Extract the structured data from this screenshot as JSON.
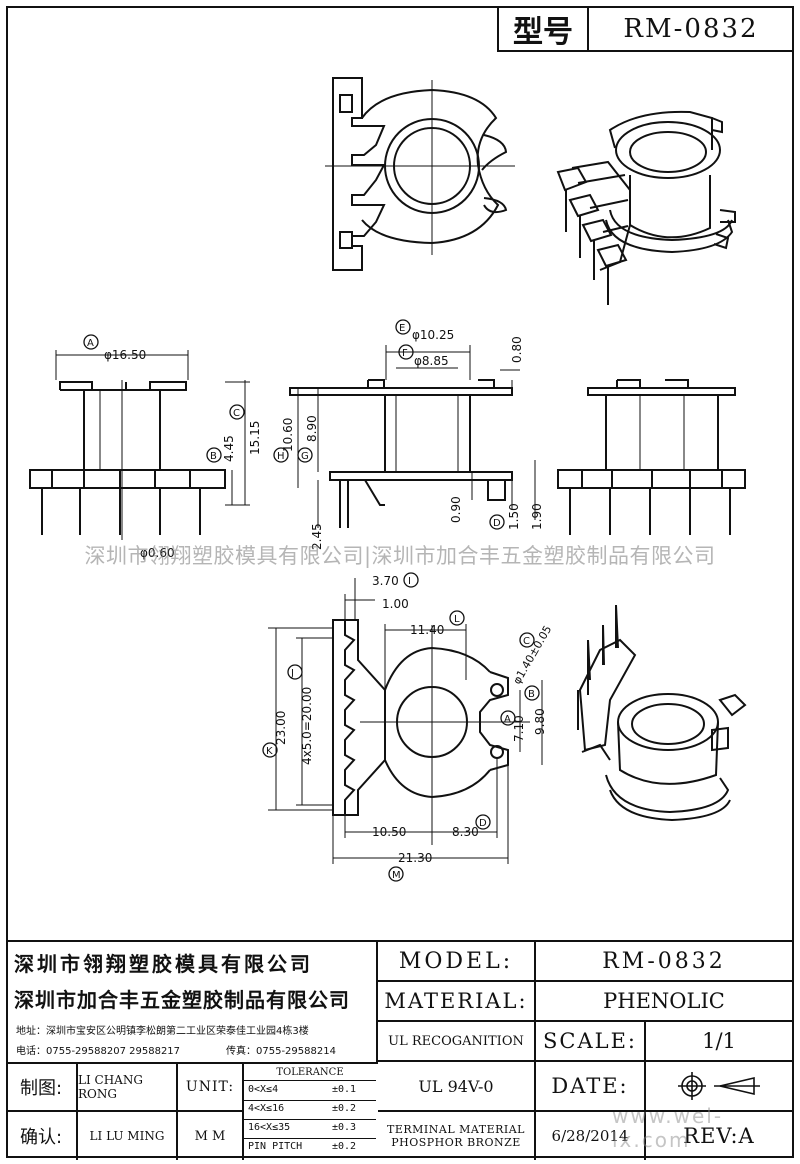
{
  "header": {
    "model_label": "型号",
    "model_value": "RM-0832"
  },
  "drawing": {
    "dims": {
      "A": "A",
      "B": "B",
      "C": "C",
      "E": "E",
      "F": "F",
      "G": "G",
      "H": "H",
      "I": "I",
      "J": "J",
      "K": "K",
      "L": "L",
      "M": "M",
      "d_16_50": "φ16.50",
      "d_10_25": "φ10.25",
      "d_8_85": "φ8.85",
      "v_0_80": "0.80",
      "v_10_60": "10.60",
      "v_8_90": "8.90",
      "v_4_45": "4.45",
      "v_15_15": "15.15",
      "v_2_45": "2.45",
      "v_0_60": "φ0.60",
      "v_0_90": "0.90",
      "v_1_50": "1.50",
      "v_1_90": "1.90",
      "v_3_70": "3.70",
      "v_1_00": "1.00",
      "v_11_40": "11.40",
      "v_1_40": "φ1.40±0.05",
      "v_7_10": "7.10",
      "v_9_80": "9.80",
      "v_23_00": "23.00",
      "v_4x5": "4x5.0=20.00",
      "v_10_50": "10.50",
      "v_8_30": "8.30",
      "v_21_30": "21.30"
    }
  },
  "watermark": {
    "text": "深圳市翎翔塑胶模具有限公司|深圳市加合丰五金塑胶制品有限公司",
    "site": "www.wel-lx.com"
  },
  "title_block": {
    "company1": "深圳市翎翔塑胶模具有限公司",
    "company2": "深圳市加合丰五金塑胶制品有限公司",
    "address": "地址：深圳市宝安区公明镇李松朗第二工业区荣泰佳工业园4栋3楼",
    "phone": "电话：0755-29588207  29588217",
    "fax": "传真：0755-29588214",
    "model_label": "MODEL:",
    "model_value": "RM-0832",
    "material_label": "MATERIAL:",
    "material_value": "PHENOLIC",
    "ul_label": "UL RECOGANITION",
    "ul_value": "UL 94V-0",
    "scale_label": "SCALE:",
    "scale_value": "1/1",
    "date_label": "DATE:",
    "date_value": "6/28/2014",
    "rev_label": "REV:A",
    "terminal_label_1": "TERMINAL MATERIAL",
    "terminal_label_2": "PHOSPHOR  BRONZE",
    "drawn_label": "制图:",
    "drawn_by": "LI CHANG RONG",
    "checked_label": "确认:",
    "checked_by": "LI LU MING",
    "unit_label": "UNIT:",
    "unit_value": "M M",
    "tolerance_label": "TOLERANCE",
    "tol_rows": [
      {
        "range": "0<X≤4",
        "tol": "±0.1"
      },
      {
        "range": "4<X≤16",
        "tol": "±0.2"
      },
      {
        "range": "16<X≤35",
        "tol": "±0.3"
      },
      {
        "range": "PIN PITCH",
        "tol": "±0.2"
      }
    ]
  }
}
